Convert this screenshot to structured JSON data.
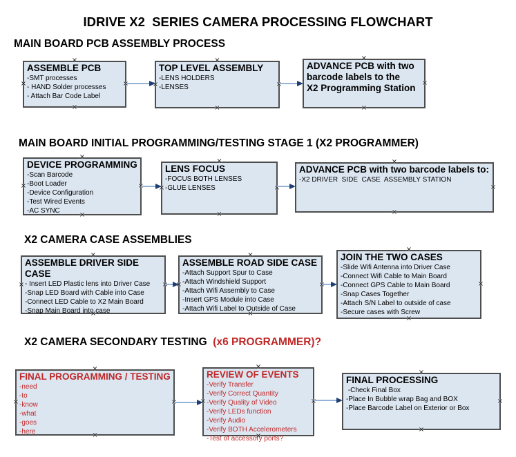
{
  "title": "IDRIVE X2  SERIES CAMERA PROCESSING FLOWCHART",
  "handle_glyph": "×",
  "colors": {
    "box_fill": "#dce6f1",
    "box_border": "#4d4d4d",
    "arrow_line": "#94b2d8",
    "arrow_head": "#1f3f73",
    "red_text": "#c02828",
    "black_text": "#000000"
  },
  "sections": [
    {
      "heading": "MAIN BOARD PCB ASSEMBLY PROCESS",
      "boxes": [
        {
          "title": "ASSEMBLE PCB",
          "items": [
            "-SMT processes",
            "- HAND Solder processes",
            "- Attach Bar Code Label"
          ]
        },
        {
          "title": "TOP LEVEL ASSEMBLY",
          "items": [
            "-LENS HOLDERS",
            "-LENSES"
          ]
        },
        {
          "title": "ADVANCE PCB with two\nbarcode labels to the\n X2 Programming Station",
          "items": []
        }
      ]
    },
    {
      "heading": "MAIN BOARD INITIAL PROGRAMMING/TESTING STAGE 1 (X2 PROGRAMMER)",
      "boxes": [
        {
          "title": "DEVICE PROGRAMMING",
          "items": [
            "-Scan Barcode",
            "-Boot Loader",
            "-Device Configuration",
            "-Test Wired Events",
            "-AC SYNC"
          ]
        },
        {
          "title": "LENS FOCUS",
          "items": [
            "-FOCUS BOTH LENSES",
            "-GLUE LENSES"
          ]
        },
        {
          "title": "ADVANCE PCB with two barcode labels to:",
          "items": [
            "-X2 DRIVER  SIDE  CASE  ASSEMBLY STATION"
          ]
        }
      ]
    },
    {
      "heading": "X2 CAMERA CASE ASSEMBLIES",
      "boxes": [
        {
          "title": "ASSEMBLE DRIVER SIDE CASE",
          "items": [
            "- Insert LED Plastic lens into Driver Case",
            "-Snap LED Board with Cable into Case",
            "-Connect LED Cable to X2 Main Board",
            "-Snap Main Board into case"
          ]
        },
        {
          "title": "ASSEMBLE ROAD SIDE CASE",
          "items": [
            "-Attach Support Spur to Case",
            "-Attach Windshield Support",
            "-Attach Wifi Assembly to Case",
            "-Insert GPS Module into Case",
            "-Attach Wifi Label to Outside of Case"
          ]
        },
        {
          "title": "JOIN THE TWO CASES",
          "items": [
            "-Slide Wifi Antenna into Driver Case",
            "-Connect Wifi Cable to Main Board",
            "-Connect GPS Cable to Main Board",
            "-Snap Cases Together",
            "-Attach S/N Label to outside of case",
            "-Secure cases with Screw"
          ]
        }
      ]
    },
    {
      "heading": "X2 CAMERA SECONDARY TESTING ",
      "heading_suffix": " (x6 PROGRAMMER)?",
      "boxes": [
        {
          "title": "FINAL PROGRAMMING / TESTING",
          "items": [
            "-need",
            "-to",
            "-know",
            "-what",
            "-goes",
            "-here"
          ]
        },
        {
          "title": "REVIEW OF EVENTS",
          "items": [
            "-Verify Transfer",
            "-Verify Correct Quantity",
            "-Verify Quality of Video",
            "-Verify LEDs function",
            "-Verify Audio",
            "-Verify BOTH Accelerometers",
            "-Test of accessory ports?"
          ]
        },
        {
          "title": "FINAL PROCESSING",
          "items": [
            " -Check Final Box",
            "-Place In Bubble wrap Bag and BOX",
            "-Place Barcode Label on Exterior or Box"
          ]
        }
      ]
    }
  ]
}
